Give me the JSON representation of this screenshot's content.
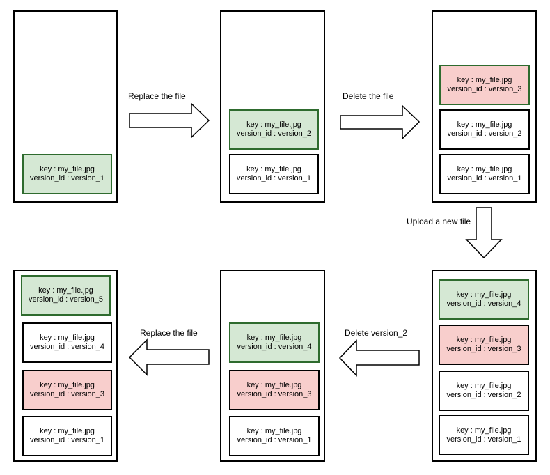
{
  "steps": {
    "s1": {
      "versions": [
        {
          "key": "key : my_file.jpg",
          "version": "version_id : version_1",
          "state": "current"
        }
      ]
    },
    "s2": {
      "versions": [
        {
          "key": "key : my_file.jpg",
          "version": "version_id : version_2",
          "state": "current"
        },
        {
          "key": "key : my_file.jpg",
          "version": "version_id : version_1",
          "state": "old"
        }
      ]
    },
    "s3": {
      "versions": [
        {
          "key": "key : my_file.jpg",
          "version": "version_id : version_3",
          "state": "delete-marker"
        },
        {
          "key": "key : my_file.jpg",
          "version": "version_id : version_2",
          "state": "old"
        },
        {
          "key": "key : my_file.jpg",
          "version": "version_id : version_1",
          "state": "old"
        }
      ]
    },
    "s4": {
      "versions": [
        {
          "key": "key : my_file.jpg",
          "version": "version_id : version_4",
          "state": "current"
        },
        {
          "key": "key : my_file.jpg",
          "version": "version_id : version_3",
          "state": "delete-marker"
        },
        {
          "key": "key : my_file.jpg",
          "version": "version_id : version_2",
          "state": "old"
        },
        {
          "key": "key : my_file.jpg",
          "version": "version_id : version_1",
          "state": "old"
        }
      ]
    },
    "s5": {
      "versions": [
        {
          "key": "key : my_file.jpg",
          "version": "version_id : version_4",
          "state": "current"
        },
        {
          "key": "key : my_file.jpg",
          "version": "version_id : version_3",
          "state": "delete-marker"
        },
        {
          "key": "key : my_file.jpg",
          "version": "version_id : version_1",
          "state": "old"
        }
      ]
    },
    "s6": {
      "versions": [
        {
          "key": "key : my_file.jpg",
          "version": "version_id : version_5",
          "state": "current"
        },
        {
          "key": "key : my_file.jpg",
          "version": "version_id : version_4",
          "state": "old"
        },
        {
          "key": "key : my_file.jpg",
          "version": "version_id : version_3",
          "state": "delete-marker"
        },
        {
          "key": "key : my_file.jpg",
          "version": "version_id : version_1",
          "state": "old"
        }
      ]
    }
  },
  "transitions": {
    "replace_1": "Replace the file",
    "delete_file": "Delete the file",
    "upload_new": "Upload a new file",
    "delete_v2": "Delete version_2",
    "replace_2": "Replace the file"
  },
  "colors": {
    "current_fill": "#d5e8d4",
    "delete_marker_fill": "#f8cecc",
    "old_fill": "#ffffff",
    "stroke": "#000000",
    "highlight_stroke": "#2e6b2e"
  }
}
